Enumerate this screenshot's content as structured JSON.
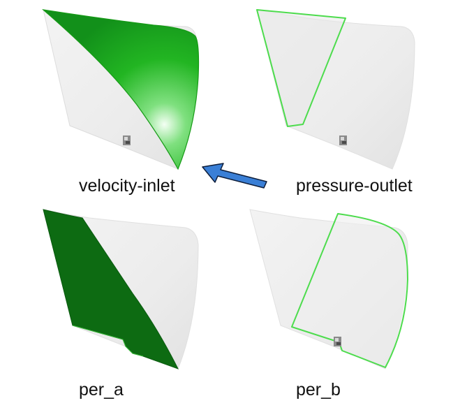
{
  "panels": [
    {
      "id": "top-left",
      "label": "velocity-inlet",
      "highlight": "curved inlet face (shaded)",
      "color": "#1fb81f"
    },
    {
      "id": "top-right",
      "label": "pressure-outlet",
      "highlight": "outlet face outline",
      "color": "#4ddc4d"
    },
    {
      "id": "bottom-left",
      "label": "per_a",
      "highlight": "periodic side face (solid)",
      "color": "#0d6b12"
    },
    {
      "id": "bottom-right",
      "label": "per_b",
      "highlight": "periodic side face outline",
      "color": "#4ddc4d"
    }
  ],
  "arrow": {
    "from": "pressure-outlet",
    "to": "velocity-inlet",
    "color": "#3a7fd6",
    "icon": "left-arrow-icon"
  },
  "colors": {
    "body_fill": "#ececec",
    "body_edge": "#d6d6d6",
    "background": "#ffffff"
  }
}
